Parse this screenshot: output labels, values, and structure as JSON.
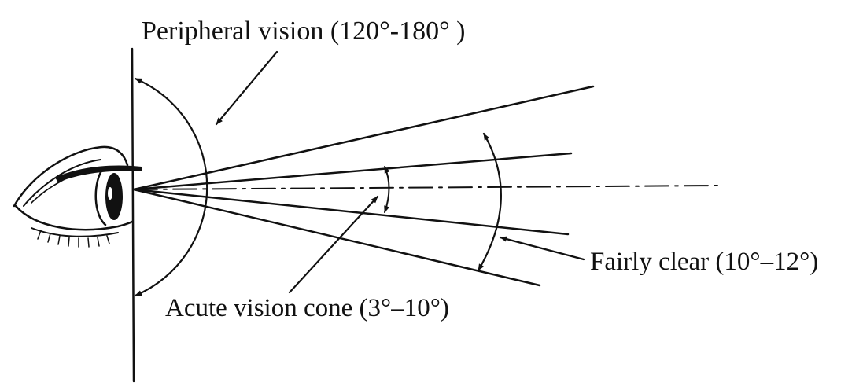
{
  "labels": {
    "peripheral": "Peripheral vision (120°-180° )",
    "fairly_clear": "Fairly clear (10°–12°)",
    "acute": "Acute vision cone (3°–10°)"
  },
  "colors": {
    "ink": "#111111",
    "background": "#ffffff"
  }
}
